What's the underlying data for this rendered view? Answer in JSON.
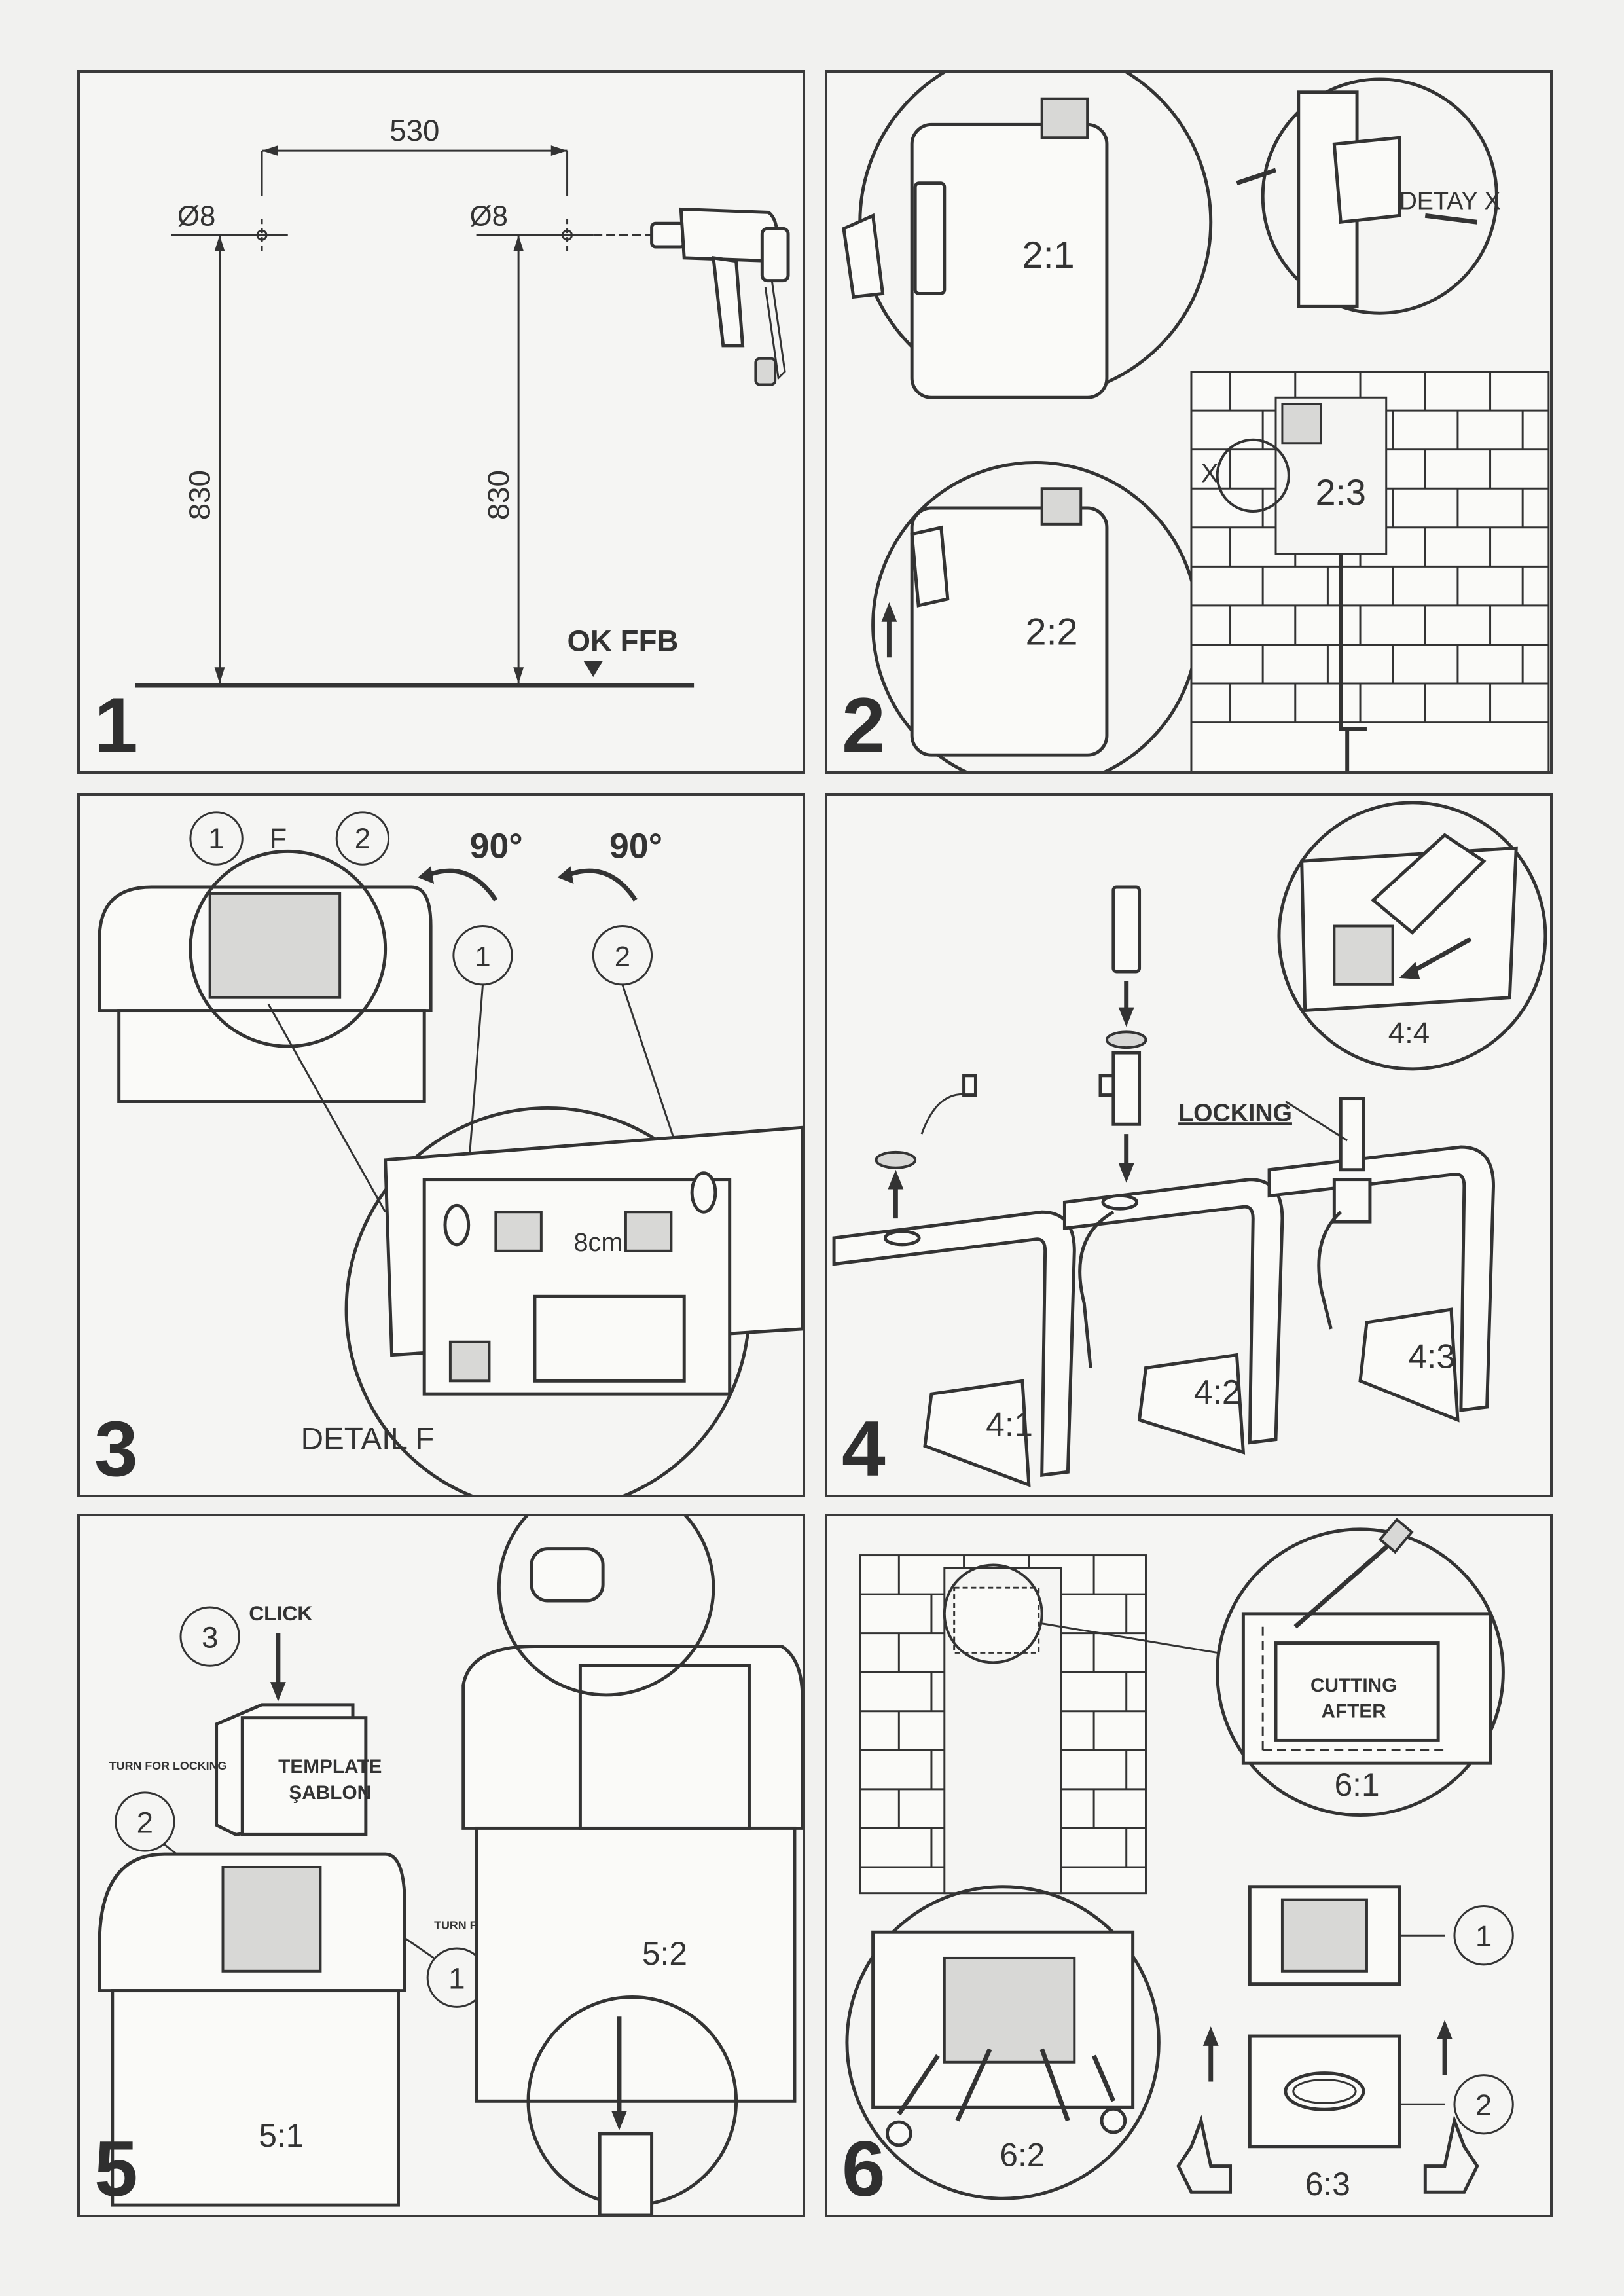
{
  "panels": {
    "p1": {
      "number": "1",
      "dim_width": "530",
      "hole_left": "Ø8",
      "hole_right": "Ø8",
      "height_left": "830",
      "height_right": "830",
      "floor_label": "OK FFB"
    },
    "p2": {
      "number": "2",
      "step_a": "2:1",
      "step_b": "2:2",
      "step_c": "2:3",
      "detail_label": "DETAY X",
      "marker": "X"
    },
    "p3": {
      "number": "3",
      "callout_1": "1",
      "callout_f": "F",
      "callout_2": "2",
      "rotate_1": "90°",
      "rotate_2": "90°",
      "rot_callout_1": "1",
      "rot_callout_2": "2",
      "plate_text": "8cm",
      "detail_label": "DETAIL F"
    },
    "p4": {
      "number": "4",
      "step_a": "4:1",
      "step_b": "4:2",
      "step_c": "4:3",
      "step_d": "4:4",
      "locking_label": "LOCKING"
    },
    "p5": {
      "number": "5",
      "click_label": "CLICK",
      "callout_3": "3",
      "template_line1": "TEMPLATE",
      "template_line2": "ŞABLON",
      "turn_left": "TURN FOR LOCKING",
      "turn_right": "TURN FOR LOCKING",
      "callout_2": "2",
      "callout_1": "1",
      "step_a": "5:1",
      "step_b": "5:2"
    },
    "p6": {
      "number": "6",
      "cutting_line1": "CUTTING",
      "cutting_line2": "AFTER",
      "step_a": "6:1",
      "step_b": "6:2",
      "step_c": "6:3",
      "callout_1": "1",
      "callout_2": "2"
    }
  }
}
